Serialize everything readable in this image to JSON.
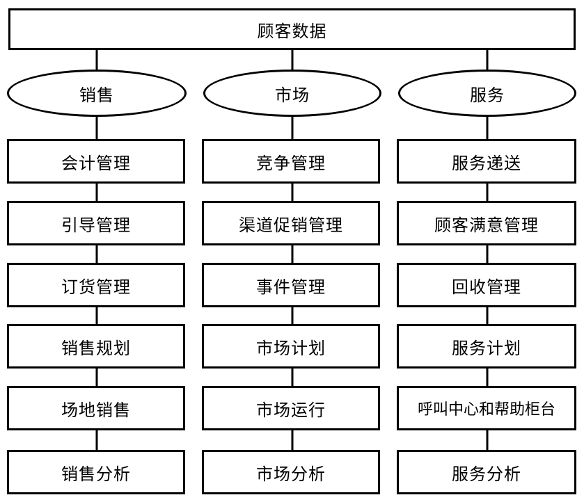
{
  "root": {
    "label": "顾客数据"
  },
  "categories": [
    {
      "label": "销售",
      "items": [
        "会计管理",
        "引导管理",
        "订货管理",
        "销售规划",
        "场地销售",
        "销售分析"
      ]
    },
    {
      "label": "市场",
      "items": [
        "竞争管理",
        "渠道促销管理",
        "事件管理",
        "市场计划",
        "市场运行",
        "市场分析"
      ]
    },
    {
      "label": "服务",
      "items": [
        "服务递送",
        "顾客满意管理",
        "回收管理",
        "服务计划",
        "呼叫中心和帮助柜台",
        "服务分析"
      ]
    }
  ]
}
